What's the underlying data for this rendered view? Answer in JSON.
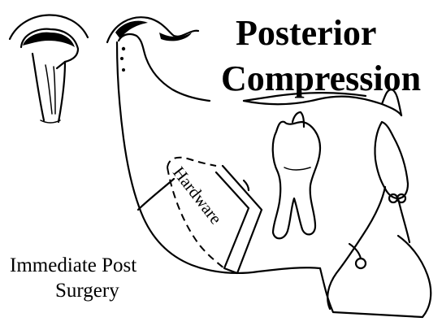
{
  "title": {
    "line1": "Posterior",
    "line2": "Compression"
  },
  "caption": {
    "line1": "Immediate Post",
    "line2": "Surgery"
  },
  "labels": {
    "hardware": "Hardware"
  }
}
